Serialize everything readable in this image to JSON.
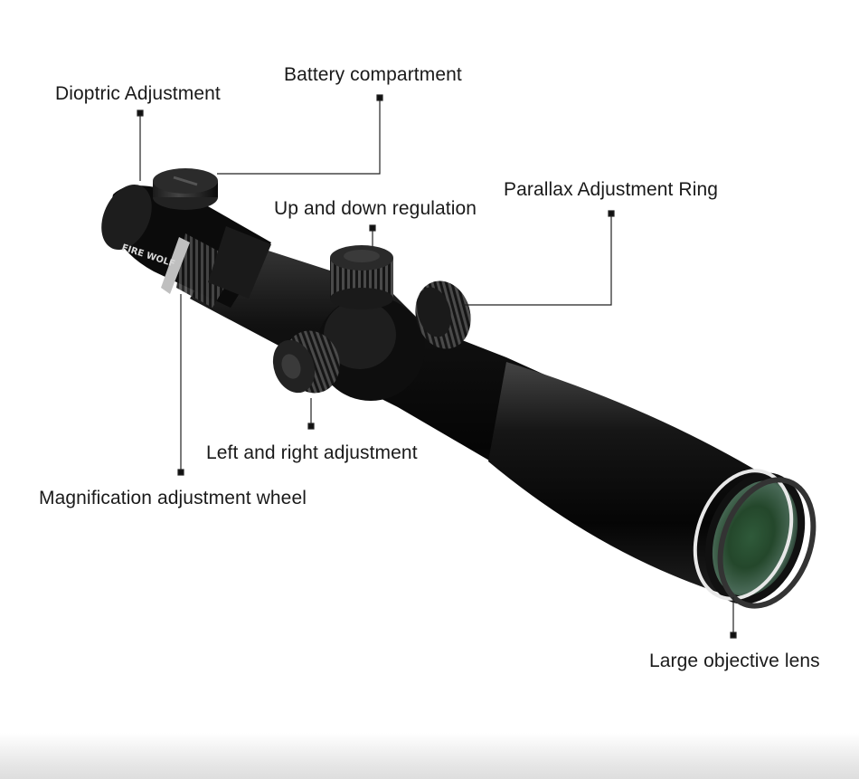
{
  "brand_text": "FIRE WOLF",
  "labels": {
    "dioptric": "Dioptric Adjustment",
    "battery": "Battery compartment",
    "parallax": "Parallax Adjustment Ring",
    "updown": "Up and down regulation",
    "leftright": "Left and right adjustment",
    "magnification": "Magnification adjustment wheel",
    "objective": "Large objective lens"
  },
  "colors": {
    "scope_body": "#0d0d0d",
    "label_text": "#1a1a1a",
    "leader_line": "#222222"
  }
}
